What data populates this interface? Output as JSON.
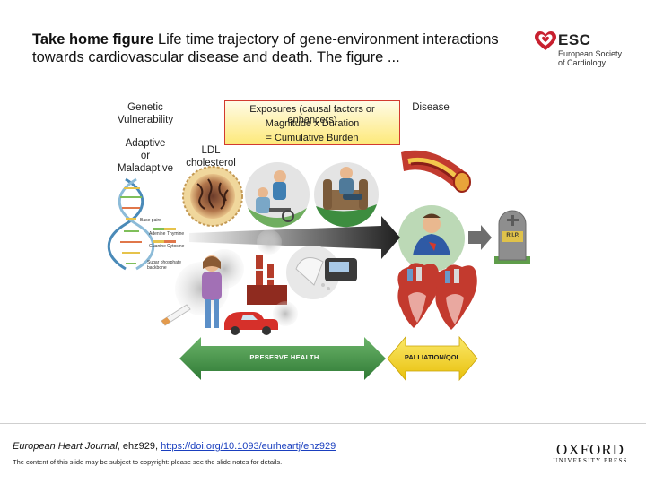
{
  "slide": {
    "title_bold": "Take home figure",
    "title_rest": " Life time trajectory of gene-environment interactions towards cardiovascular disease and death. The figure ..."
  },
  "logo": {
    "name": "ESC",
    "subtitle": "European Society of Cardiology",
    "icon": "heart-icon"
  },
  "labels": {
    "genetic_1": "Genetic",
    "genetic_2": "Vulnerability",
    "adaptive_1": "Adaptive",
    "adaptive_2": "or",
    "adaptive_3": "Maladaptive",
    "ldl_1": "LDL",
    "ldl_2": "cholesterol",
    "disease": "Disease",
    "rip": "R.I.P."
  },
  "exposures": {
    "line1": "Exposures (causal factors or enhancers)",
    "line2": "Magnitude x Duration",
    "line3": "= Cumulative Burden"
  },
  "dna": {
    "base_pairs": "Base pairs",
    "adenine": "Adenine",
    "thymine": "Thymine",
    "guanine": "Guanine",
    "cytosine": "Cytosine",
    "backbone_1": "Sugar phosphate",
    "backbone_2": "backbone"
  },
  "arrows": {
    "preserve": "PRESERVE HEALTH",
    "palliation": "PALLIATION/QOL"
  },
  "footer": {
    "journal": "European Heart Journal",
    "ref": ", ehz929, ",
    "doi": "https://doi.org/10.1093/eurheartj/ehz929",
    "copyright": "The content of this slide may be subject to copyright: please see the slide notes for details.",
    "publisher_1": "OXFORD",
    "publisher_2": "UNIVERSITY PRESS"
  },
  "colors": {
    "green_arrow": "#3e8d43",
    "yellow_arrow": "#f2d41c",
    "dark_arrow": "#2b2b2b",
    "box_border": "#d23a2f"
  }
}
